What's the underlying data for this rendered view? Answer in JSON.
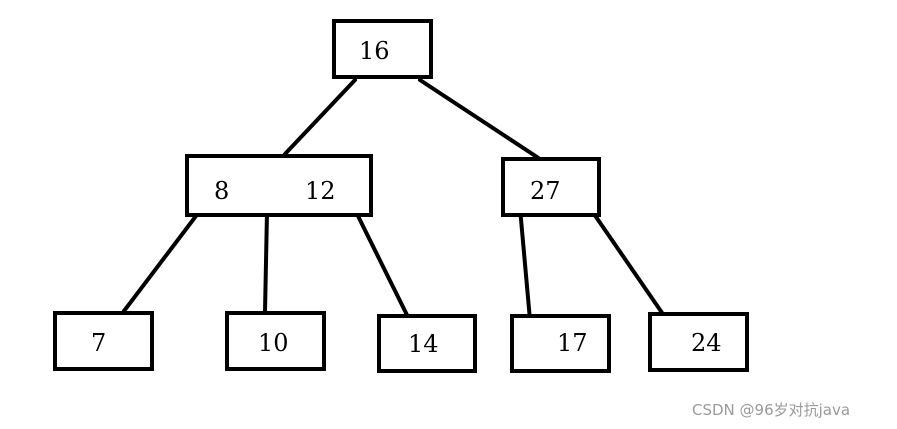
{
  "tree": {
    "root": {
      "keys": [
        "16"
      ]
    },
    "level1": [
      {
        "keys": [
          "8",
          "12"
        ]
      },
      {
        "keys": [
          "27"
        ]
      }
    ],
    "leaves": [
      {
        "keys": [
          "7"
        ]
      },
      {
        "keys": [
          "10"
        ]
      },
      {
        "keys": [
          "14"
        ]
      },
      {
        "keys": [
          "17"
        ]
      },
      {
        "keys": [
          "24"
        ]
      }
    ]
  },
  "watermark": "CSDN @96岁对抗java",
  "colors": {
    "stroke": "#000000",
    "background": "#ffffff",
    "watermark": "#9a9a9a"
  }
}
